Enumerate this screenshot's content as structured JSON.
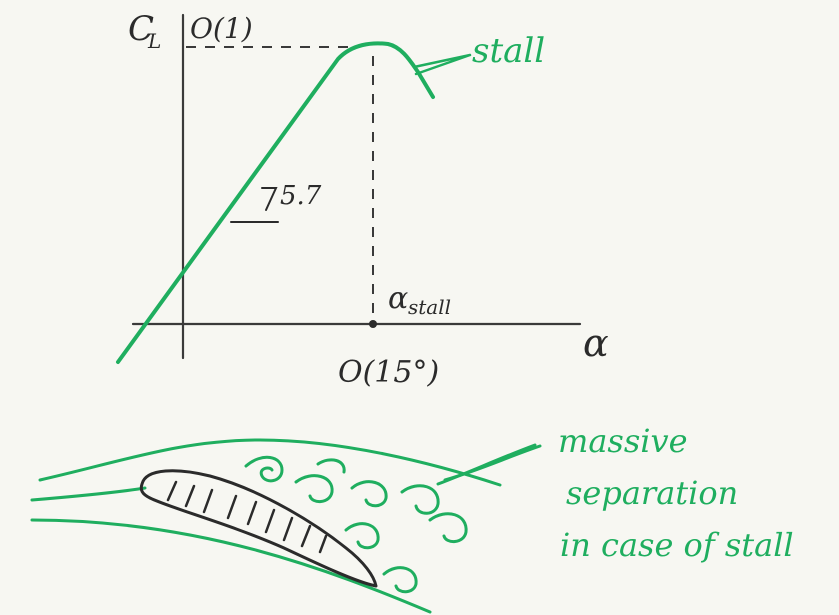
{
  "labels": {
    "cl_axis": "C",
    "cl_sub": "L",
    "order_one": "O(1)",
    "x_axis": "α",
    "alpha_stall": "α",
    "alpha_stall_sub": "stall",
    "slope": "5.7",
    "stall_angle": "O(15°)",
    "stall": "stall"
  },
  "note": {
    "line1": "massive",
    "line2": "separation",
    "line3": "in case of stall"
  },
  "colors": {
    "ink": "#2b2b2b",
    "green": "#1fae5f",
    "paper": "#f7f7f2"
  }
}
